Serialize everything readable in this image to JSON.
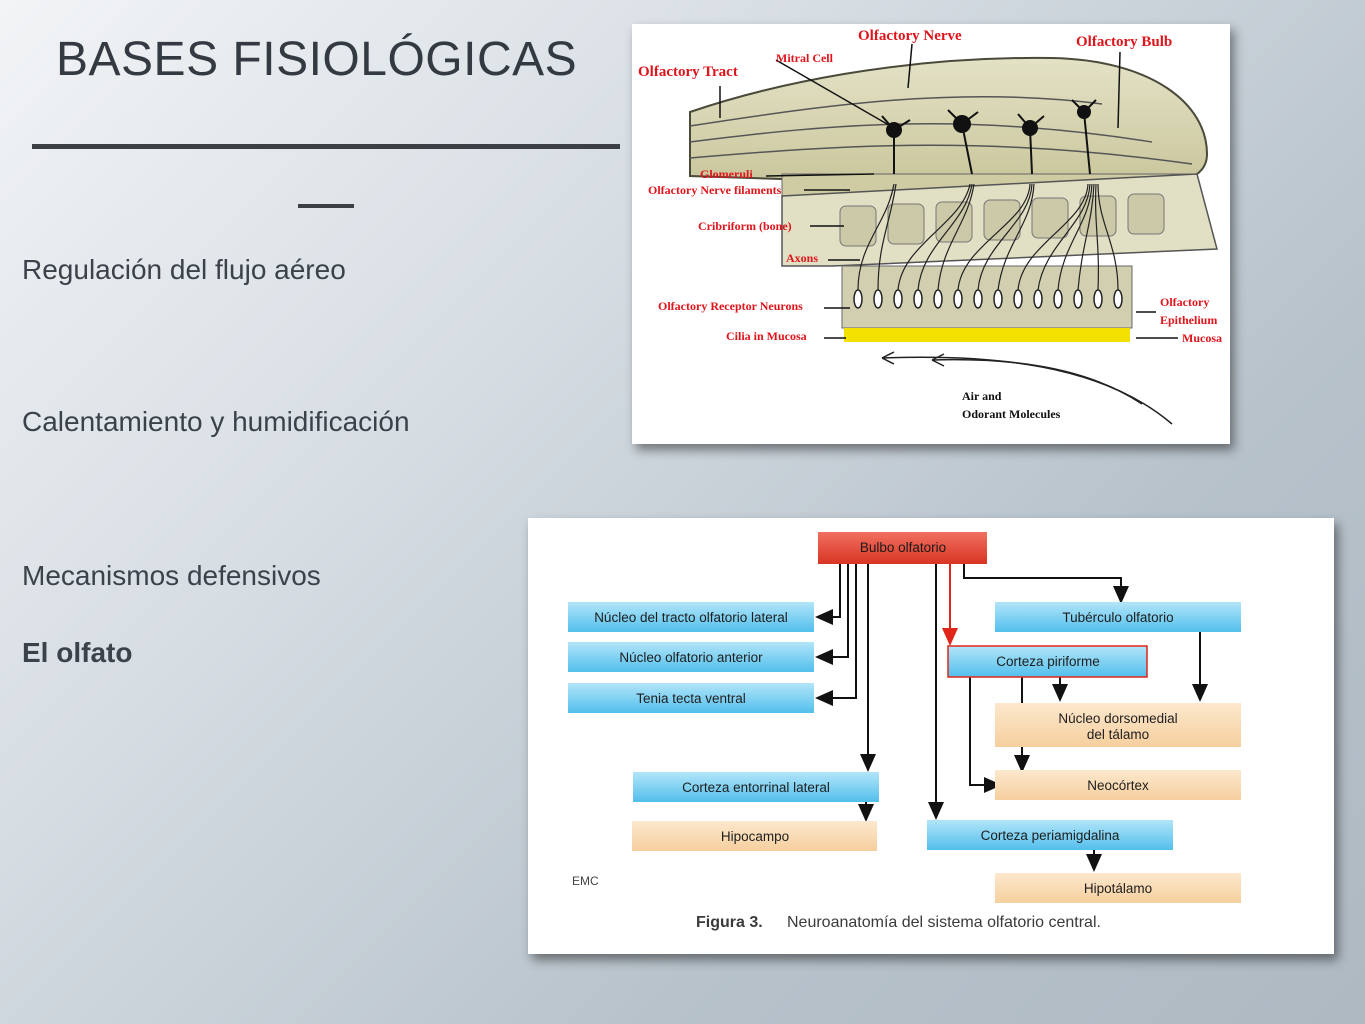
{
  "slide": {
    "title": "BASES FISIOLÓGICAS",
    "underline_tail": "__"
  },
  "bullets": [
    {
      "text": "Regulación del flujo aéreo",
      "bold": false
    },
    {
      "text": "Calentamiento y humidificación",
      "bold": false
    },
    {
      "text": "Mecanismos defensivos",
      "bold": false
    },
    {
      "text": "El olfato",
      "bold": true
    }
  ],
  "anatomy": {
    "labels": {
      "olfactory_nerve": "Olfactory Nerve",
      "olfactory_bulb": "Olfactory Bulb",
      "olfactory_tract": "Olfactory Tract",
      "mitral_cell": "Mitral Cell",
      "glomeruli": "Glomeruli",
      "nerve_filaments": "Olfactory Nerve filaments",
      "cribriform": "Cribriform (bone)",
      "axons": "Axons",
      "receptor_neurons": "Olfactory Receptor Neurons",
      "cilia": "Cilia in Mucosa",
      "epithelium_1": "Olfactory",
      "epithelium_2": "Epithelium",
      "mucosa": "Mucosa",
      "air_1": "Air and",
      "air_2": "Odorant Molecules"
    },
    "colors": {
      "label_red": "#e0141b",
      "tissue": "#d8d6b4",
      "mucosa": "#f2e000"
    }
  },
  "flow": {
    "boxes": {
      "bulbo": "Bulbo olfatorio",
      "nucleo_tracto": "Núcleo del tracto olfatorio lateral",
      "nucleo_anterior": "Núcleo olfatorio anterior",
      "tenia": "Tenia tecta ventral",
      "tuberculo": "Tubérculo olfatorio",
      "piriforme": "Corteza piriforme",
      "dorsomedial_1": "Núcleo dorsomedial",
      "dorsomedial_2": "del tálamo",
      "neocortex": "Neocórtex",
      "entorrinal": "Corteza entorrinal lateral",
      "hipocampo": "Hipocampo",
      "periamigdalina": "Corteza periamigdalina",
      "hipotalamo": "Hipotálamo"
    },
    "logo": "EMC",
    "caption_label": "Figura 3.",
    "caption_text": "Neuroanatomía del sistema olfatorio central.",
    "colors": {
      "red": "#e8483b",
      "blue": "#5cc4ee",
      "peach": "#f9d7ae"
    }
  }
}
